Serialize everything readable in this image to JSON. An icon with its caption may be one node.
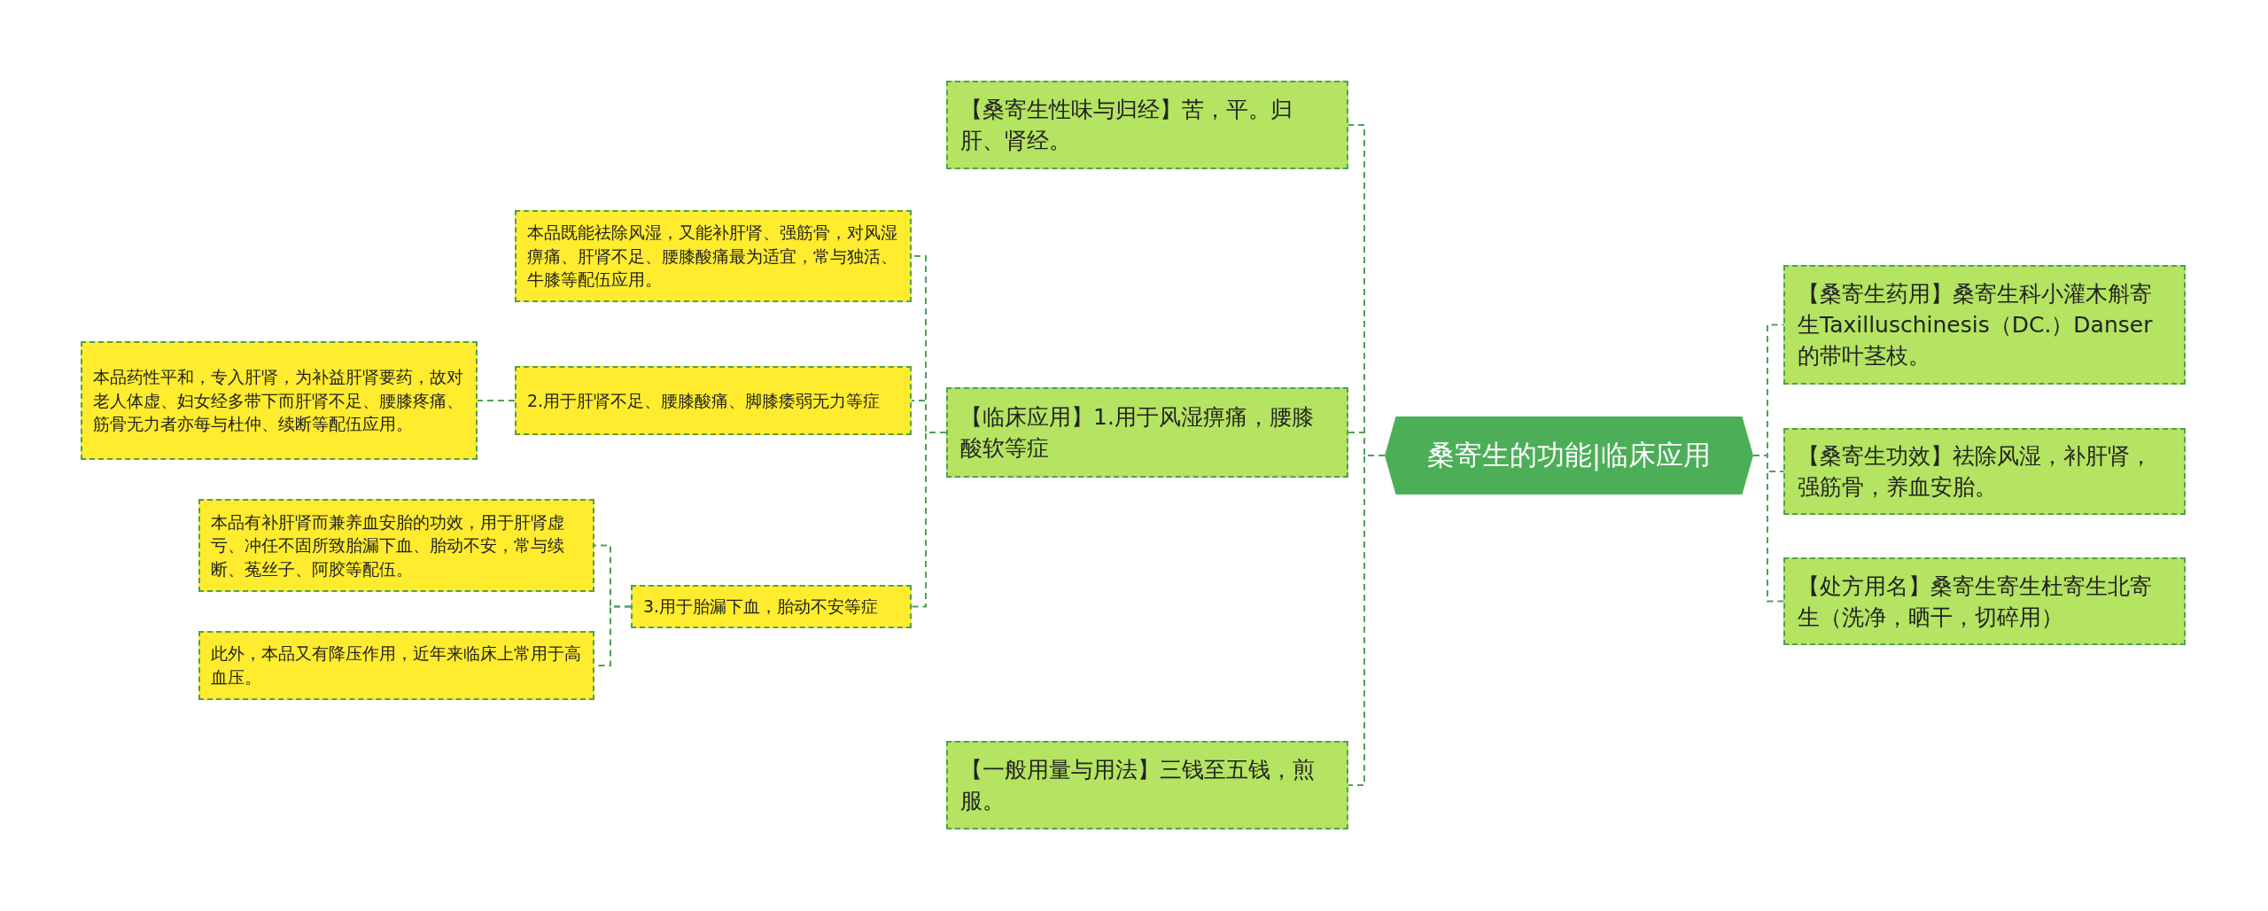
{
  "diagram": {
    "nodes": [
      {
        "text": [
          "桑寄生的功能|临床应用"
        ]
      },
      {
        "text": [
          "【桑寄生性味与归经】苦，平。归肝、肾经。"
        ]
      },
      {
        "text": [
          "【临床应用】1.用于风湿痹痛，腰膝酸软等症"
        ]
      },
      {
        "text": [
          "本品既能祛除风湿，又能补肝肾、强筋骨，对风湿痹痛、肝肾不足、腰膝酸痛最为适宜，常与独活、牛膝等配伍应用。"
        ]
      },
      {
        "text": [
          "2.用于肝肾不足、腰膝酸痛、脚膝痿弱无力等症"
        ]
      },
      {
        "text": [
          "本品药性平和，专入肝肾，为补益肝肾要药，故对老人体虚、妇女经多带下而肝肾不足、腰膝疼痛、筋骨无力者亦每与杜仲、续断等配伍应用。"
        ]
      },
      {
        "text": [
          "3.用于胎漏下血，胎动不安等症"
        ]
      },
      {
        "text": [
          "本品有补肝肾而兼养血安胎的功效，用于肝肾虚亏、冲任不固所致胎漏下血、胎动不安，常与续断、菟丝子、阿胶等配伍。"
        ]
      },
      {
        "text": [
          "此外，本品又有降压作用，近年来临床上常用于高血压。"
        ]
      },
      {
        "text": [
          "【一般用量与用法】三钱至五钱，煎服。"
        ]
      },
      {
        "text": [
          "【桑寄生药用】桑寄生科小灌木斛寄生Taxilluschinesis（DC.）Danser的带叶茎枝。"
        ]
      },
      {
        "text": [
          "【桑寄生功效】祛除风湿，补肝肾，强筋骨，养血安胎。"
        ]
      },
      {
        "text": [
          "【处方用名】桑寄生寄生杜寄生北寄生（洗净，晒干，切碎用）"
        ]
      }
    ],
    "edges": [
      {
        "from": 0,
        "to": 1,
        "arrow": "none"
      },
      {
        "from": 0,
        "to": 2,
        "arrow": "none"
      },
      {
        "from": 2,
        "to": 3,
        "arrow": "none"
      },
      {
        "from": 2,
        "to": 4,
        "arrow": "none"
      },
      {
        "from": 4,
        "to": 5,
        "arrow": "none"
      },
      {
        "from": 2,
        "to": 6,
        "arrow": "none"
      },
      {
        "from": 6,
        "to": 7,
        "arrow": "none"
      },
      {
        "from": 6,
        "to": 8,
        "arrow": "none"
      },
      {
        "from": 0,
        "to": 9,
        "arrow": "none"
      },
      {
        "from": 0,
        "to": 10,
        "arrow": "none"
      },
      {
        "from": 0,
        "to": 11,
        "arrow": "none"
      },
      {
        "from": 0,
        "to": 12,
        "arrow": "none"
      }
    ]
  }
}
